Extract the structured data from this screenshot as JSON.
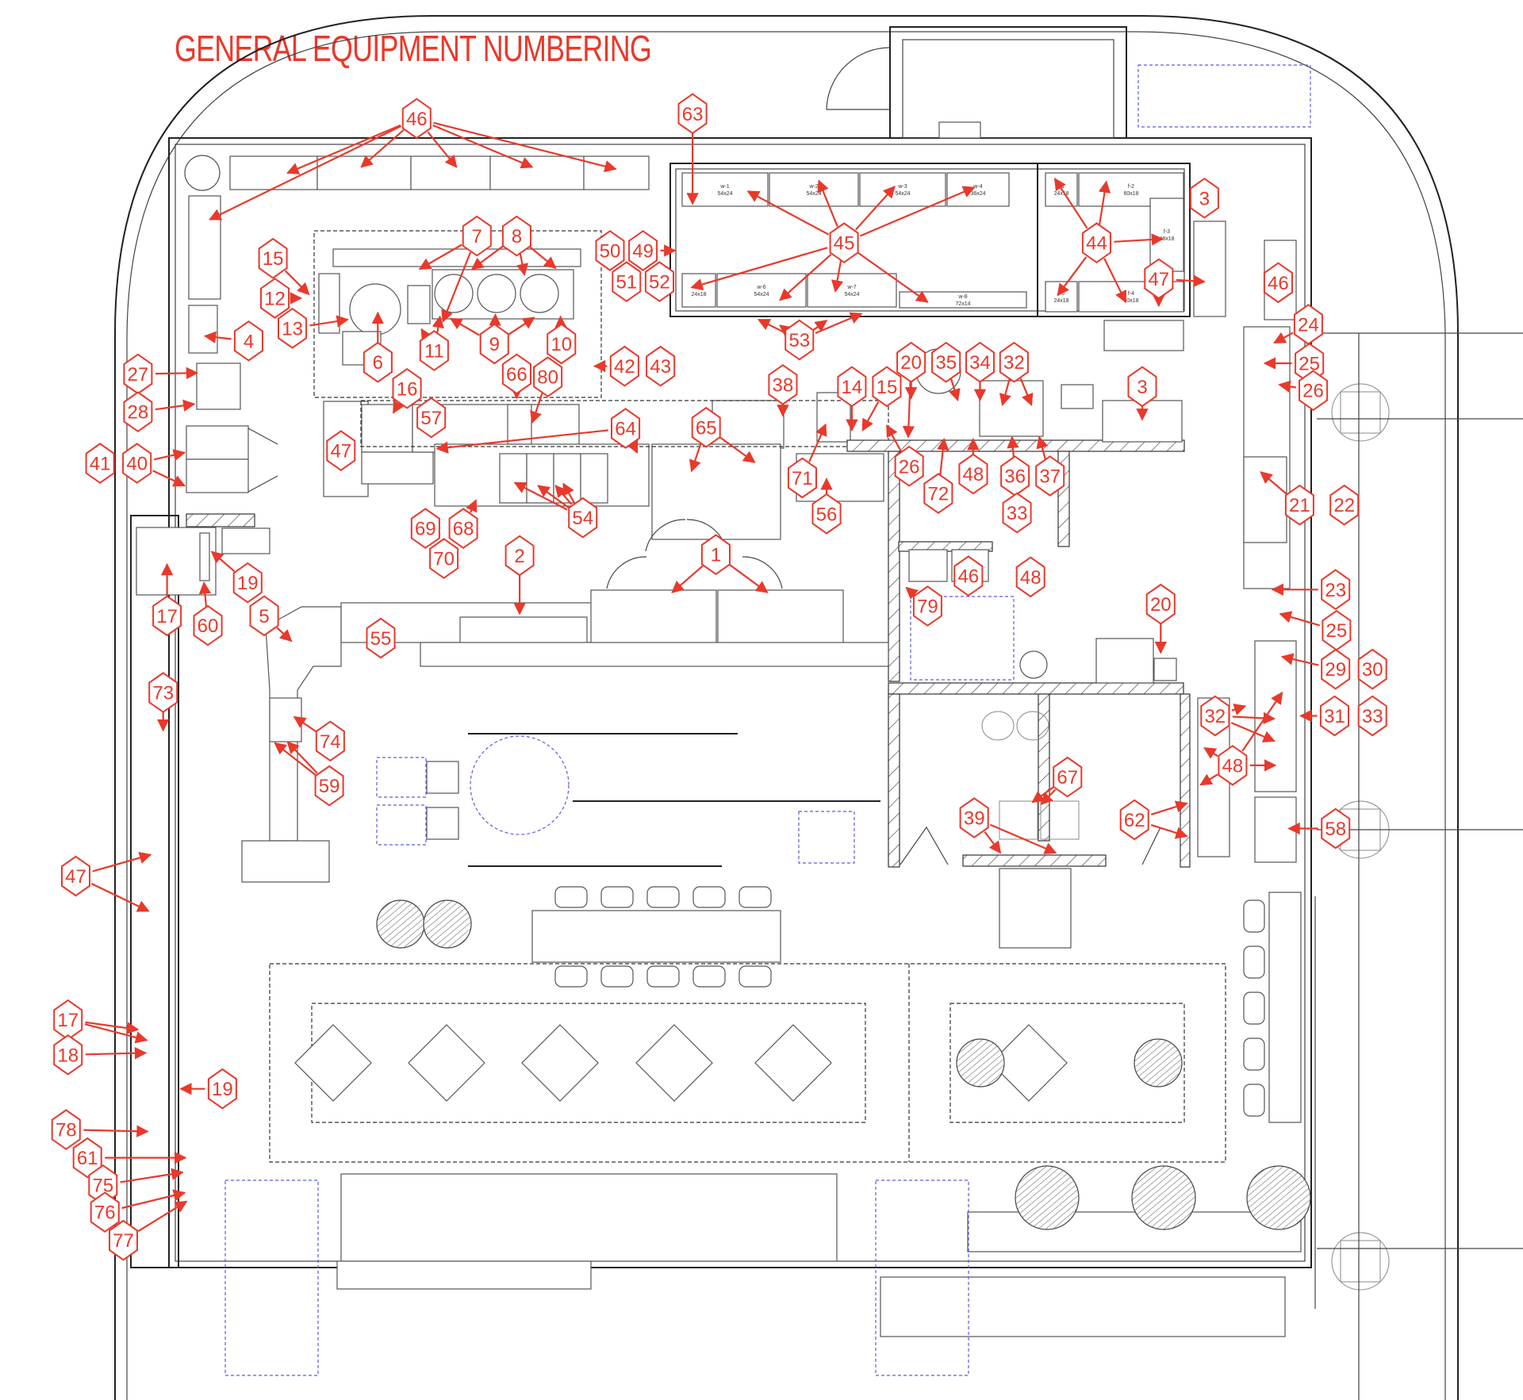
{
  "title": "GENERAL EQUIPMENT NUMBERING",
  "colors": {
    "tag": "#e8392b",
    "line": "#222222",
    "hidden": "#5b5be6"
  },
  "walk_in_shelves": [
    {
      "id": "w-1",
      "size": "54x24"
    },
    {
      "id": "w-2",
      "size": "54x24"
    },
    {
      "id": "w-3",
      "size": "54x24"
    },
    {
      "id": "w-4",
      "size": "36x24"
    },
    {
      "id": "w-5",
      "size": "24x18"
    },
    {
      "id": "w-6",
      "size": "54x24"
    },
    {
      "id": "w-7",
      "size": "54x24"
    },
    {
      "id": "w-8",
      "size": "72x14"
    }
  ],
  "freezer_shelves": [
    {
      "id": "f-1",
      "size": "24x18"
    },
    {
      "id": "f-2",
      "size": "60x18"
    },
    {
      "id": "f-3",
      "size": "48x18"
    },
    {
      "id": "f-4",
      "size": "60x18"
    },
    {
      "id": "f-5",
      "size": "24x18"
    }
  ],
  "tags": [
    "46",
    "63",
    "3",
    "7",
    "8",
    "50",
    "49",
    "45",
    "44",
    "15",
    "12",
    "51",
    "52",
    "13",
    "9",
    "10",
    "6",
    "11",
    "47",
    "46",
    "4",
    "27",
    "28",
    "42",
    "43",
    "66",
    "80",
    "38",
    "20",
    "35",
    "34",
    "32",
    "14",
    "15",
    "3",
    "26",
    "24",
    "25",
    "16",
    "57",
    "47",
    "64",
    "65",
    "71",
    "72",
    "48",
    "36",
    "37",
    "26",
    "41",
    "40",
    "56",
    "54",
    "69",
    "68",
    "70",
    "33",
    "21",
    "22",
    "17",
    "60",
    "19",
    "2",
    "1",
    "46",
    "48",
    "79",
    "23",
    "25",
    "5",
    "55",
    "20",
    "29",
    "30",
    "73",
    "74",
    "32",
    "31",
    "33",
    "59",
    "48",
    "67",
    "39",
    "62",
    "58",
    "47",
    "17",
    "18",
    "19",
    "78",
    "61",
    "75",
    "76",
    "77",
    "53"
  ]
}
